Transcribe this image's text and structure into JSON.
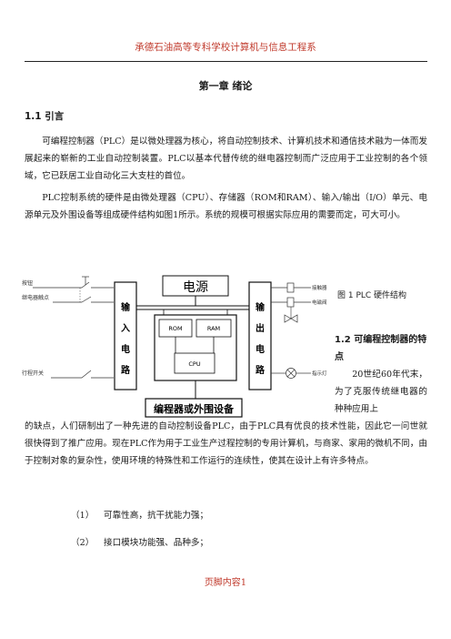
{
  "header": {
    "school": "承德石油高等专科学校计算机与信息工程系"
  },
  "chapter_title": "第一章  绪论",
  "section_1_1": "1.1  引言",
  "paragraphs": {
    "p1": "可编程控制器（PLC）是以微处理器为核心，将自动控制技术、计算机技术和通信技术融为一体而发展起来的崭新的工业自动控制装置。PLC以基本代替传统的继电器控制而广泛应用于工业控制的各个领域，它已跃居工业自动化三大支柱的首位。",
    "p2": "PLC控制系统的硬件是由微处理器（CPU）、存储器（ROM和RAM）、输入/输出（I/O）单元、电源单元及外围设备等组成硬件结构如图1所示。系统的规模可根据实际应用的需要而定，可大可小。",
    "p3_side": "20世纪60年代末，为了克服传统继电器的种种应用上",
    "p3_main": "的缺点，人们研制出了一种先进的自动控制设备PLC，由于PLC具有优良的技术性能，因此它一问世就很快得到了推广应用。现在PLC作为用于工业生产过程控制的专用计算机，与商家、家用的微机不同，由于控制对象的复杂性，使用环境的特殊性和工作运行的连续性，使其在设计上有许多特点。"
  },
  "figure": {
    "caption": "图 1  PLC 硬件结构",
    "labels": {
      "button": "按钮",
      "relay_contact": "继电器触点",
      "travel_switch": "行程开关",
      "input_circuit": [
        "输",
        "入",
        "电",
        "路"
      ],
      "output_circuit": [
        "输",
        "出",
        "电",
        "路"
      ],
      "power": "电源",
      "rom": "ROM",
      "ram": "RAM",
      "cpu": "CPU",
      "programmer": "编程器或外围设备",
      "contactor": "接触器",
      "solenoid_valve": "电磁阀",
      "indicator": "指示灯"
    }
  },
  "section_1_2": "1.2  可编程控制器的特点",
  "list": [
    {
      "num": "（1）",
      "text": "可靠性高，抗干扰能力强；"
    },
    {
      "num": "（2）",
      "text": "接口模块功能强、品种多；"
    }
  ],
  "footer": "页脚内容1",
  "colors": {
    "header_red": "#c0392b",
    "text": "#1a1a1a"
  }
}
